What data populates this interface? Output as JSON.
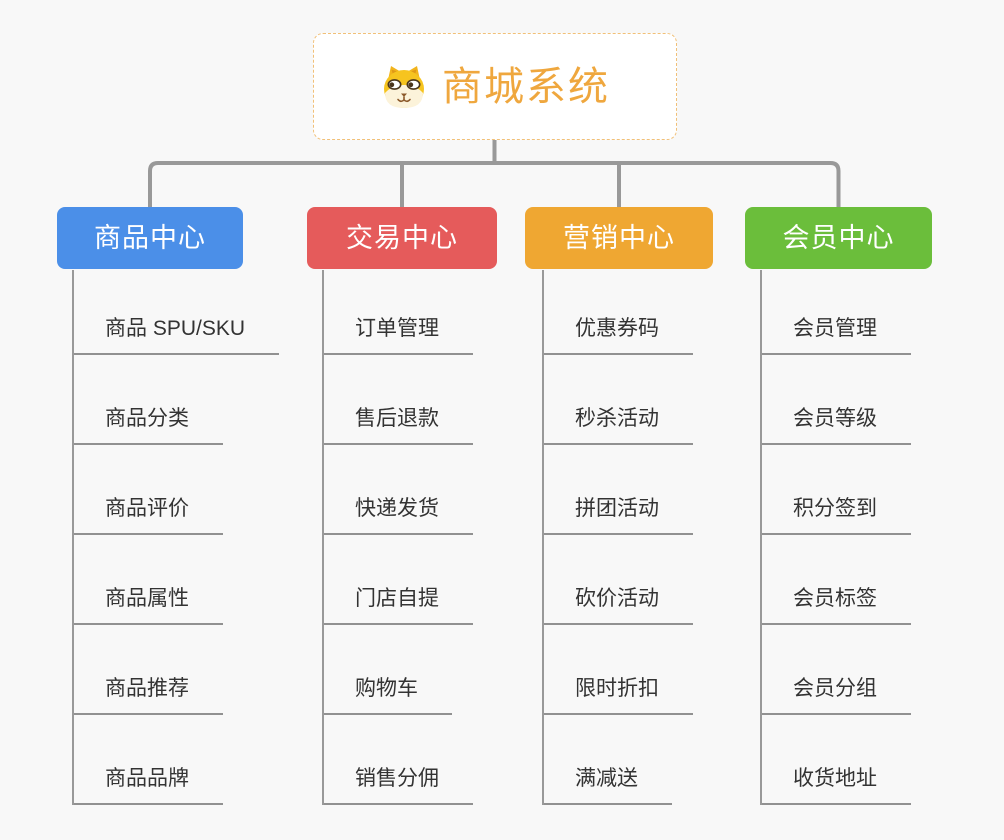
{
  "root": {
    "title": "商城系统",
    "icon": "dog-icon"
  },
  "branches": [
    {
      "label": "商品中心",
      "color": "#4b8fe8",
      "children": [
        "商品 SPU/SKU",
        "商品分类",
        "商品评价",
        "商品属性",
        "商品推荐",
        "商品品牌"
      ]
    },
    {
      "label": "交易中心",
      "color": "#e55b5b",
      "children": [
        "订单管理",
        "售后退款",
        "快递发货",
        "门店自提",
        "购物车",
        "销售分佣"
      ]
    },
    {
      "label": "营销中心",
      "color": "#efa732",
      "children": [
        "优惠券码",
        "秒杀活动",
        "拼团活动",
        "砍价活动",
        "限时折扣",
        "满减送"
      ]
    },
    {
      "label": "会员中心",
      "color": "#6bbe3b",
      "children": [
        "会员管理",
        "会员等级",
        "积分签到",
        "会员标签",
        "会员分组",
        "收货地址"
      ]
    }
  ],
  "colors": {
    "background": "#f8f8f8",
    "connector": "#999999",
    "root_accent": "#efa73e",
    "root_border": "#f1c078",
    "subtopic_text": "#333333"
  }
}
